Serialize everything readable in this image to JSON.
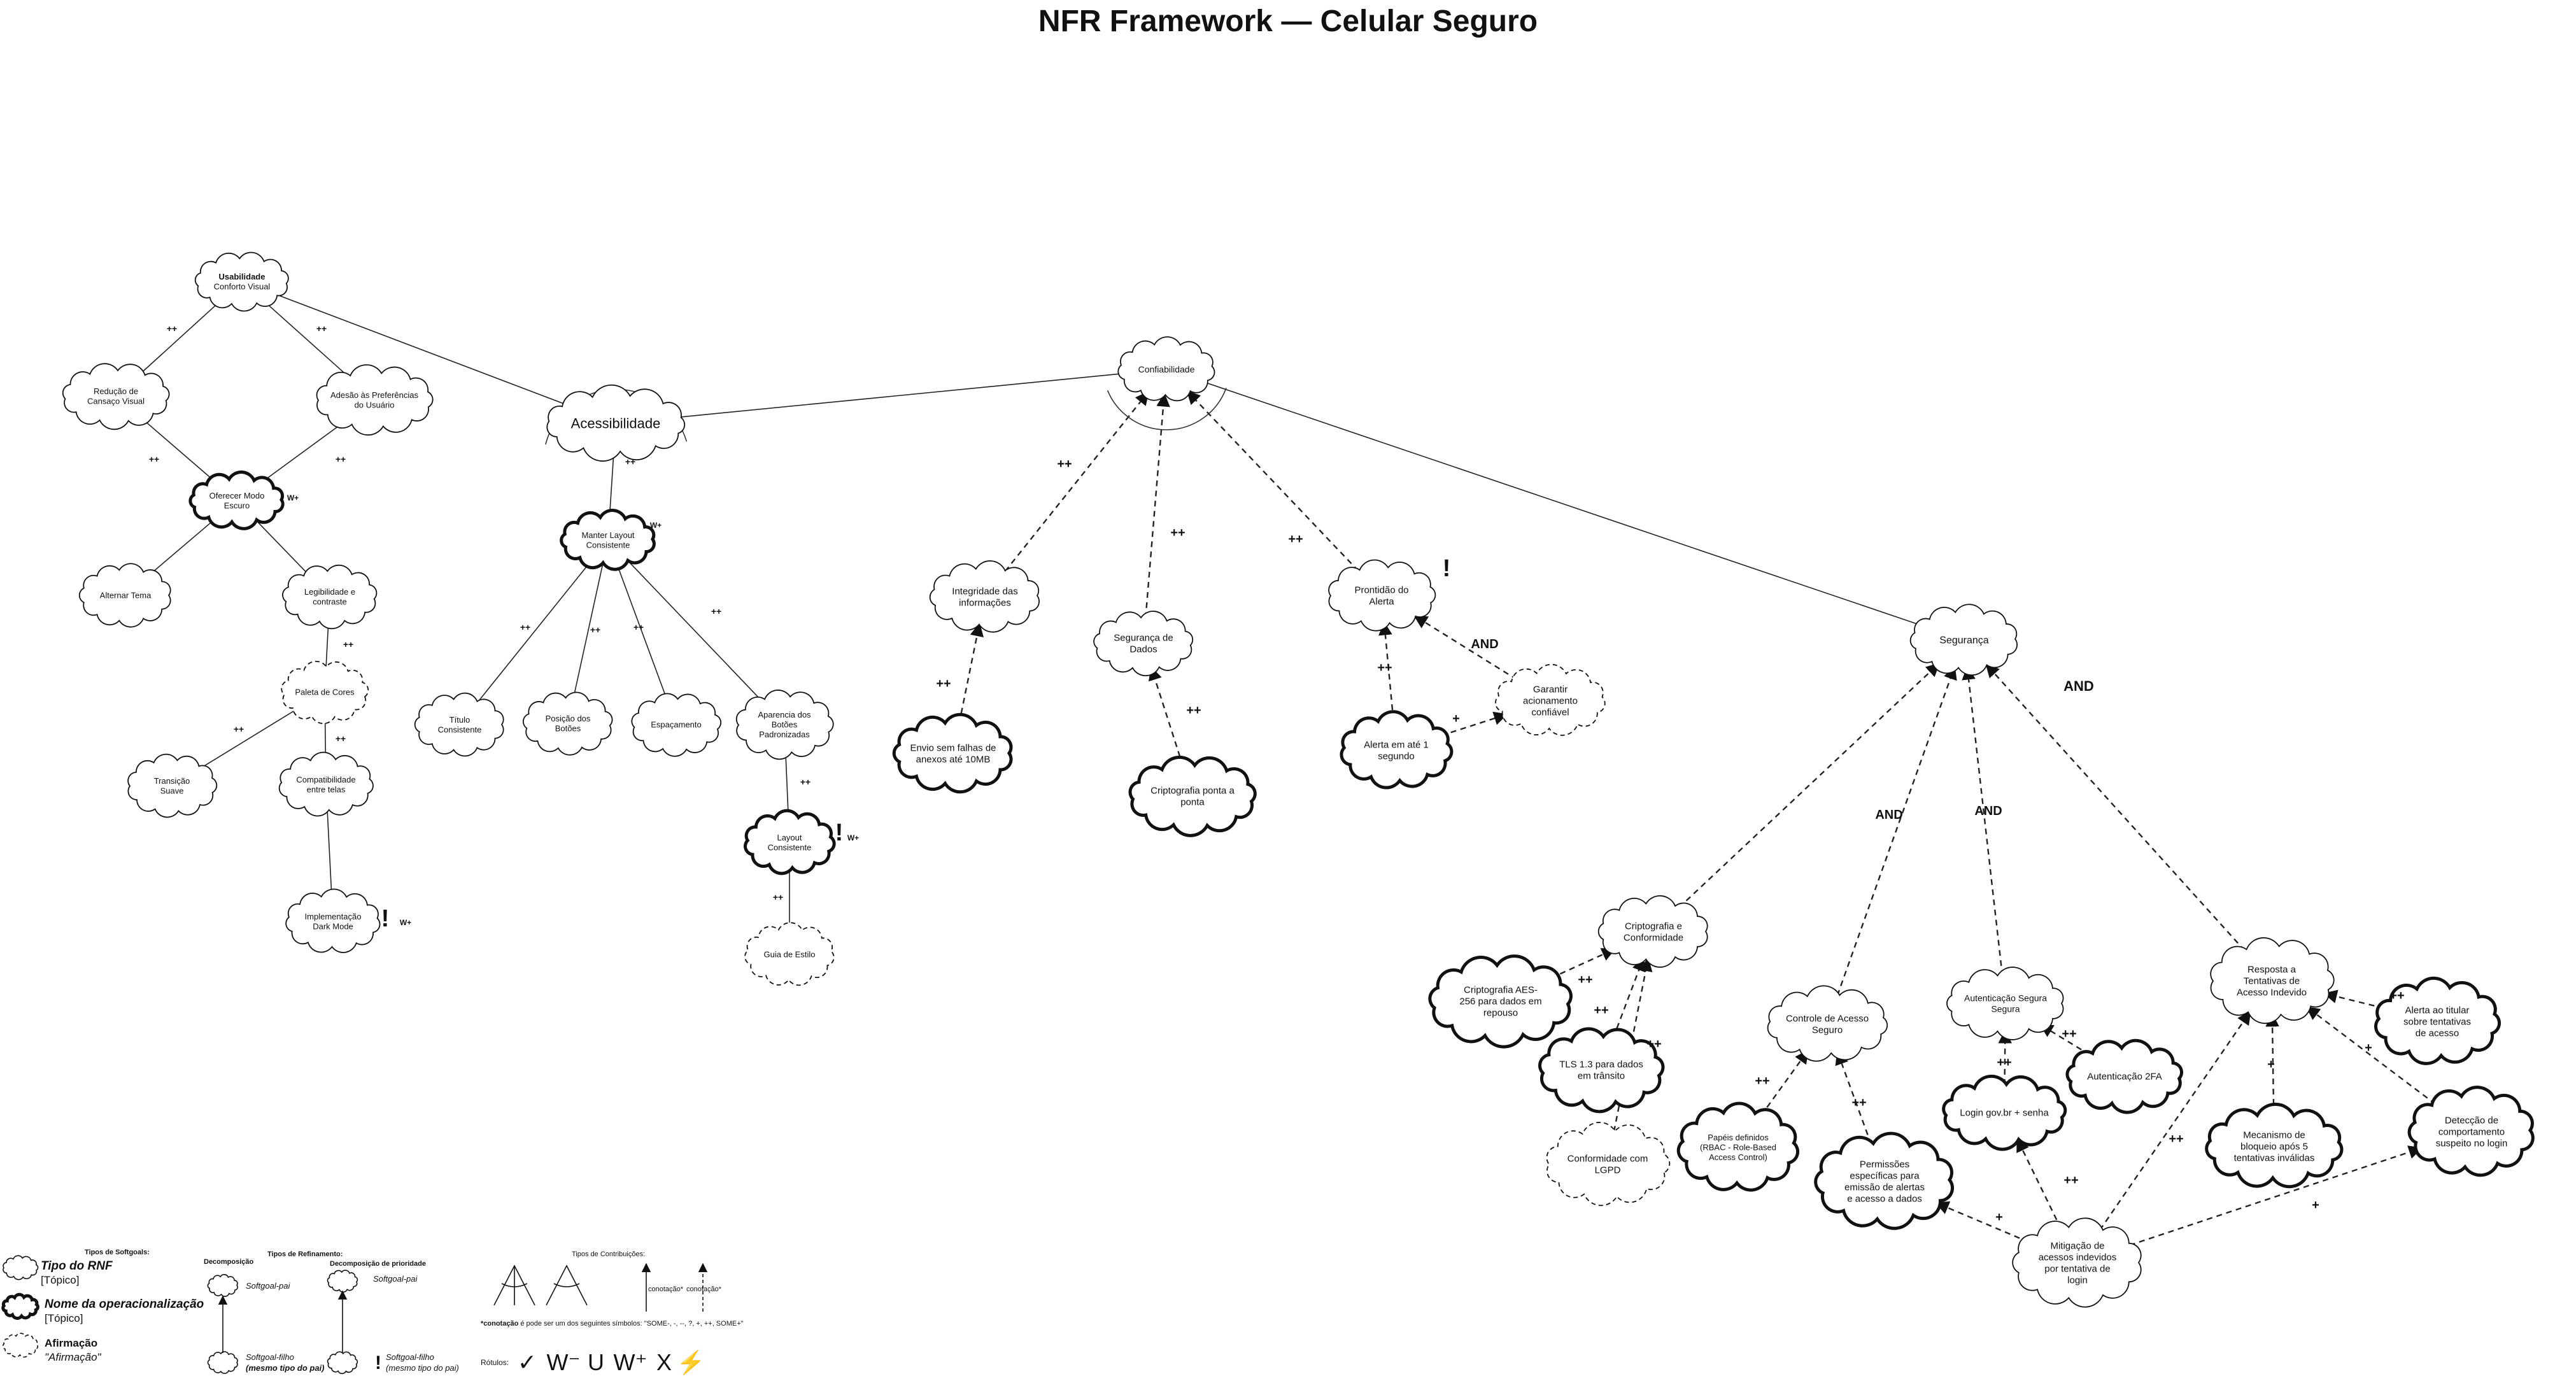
{
  "title": "NFR Framework — Celular Seguro",
  "nodes": {
    "usab": {
      "l1": "Usabilidade",
      "l2": "Conforto Visual"
    },
    "reducao": {
      "l1": "Redução de",
      "l2": "Cansaço Visual"
    },
    "adesao": {
      "l1": "Adesão às Preferências",
      "l2": "do Usuário"
    },
    "acess": {
      "l1": "Acessibilidade"
    },
    "confiab": {
      "l1": "Confiabilidade"
    },
    "modoescuro": {
      "l1": "Oferecer Modo",
      "l2": "Escuro"
    },
    "alternar": {
      "l1": "Alternar Tema"
    },
    "legib": {
      "l1": "Legibilidade e",
      "l2": "contraste"
    },
    "paleta": {
      "l1": "Paleta de Cores"
    },
    "transicao": {
      "l1": "Transição",
      "l2": "Suave"
    },
    "compat": {
      "l1": "Compatibilidade",
      "l2": "entre telas"
    },
    "impl": {
      "l1": "Implementação",
      "l2": "Dark Mode"
    },
    "manter": {
      "l1": "Manter Layout",
      "l2": "Consistente"
    },
    "titulo": {
      "l1": "Título",
      "l2": "Consistente"
    },
    "posicao": {
      "l1": "Posição dos",
      "l2": "Botões"
    },
    "espac": {
      "l1": "Espaçamento"
    },
    "aparencia": {
      "l1": "Aparencia dos",
      "l2": "Botões",
      "l3": "Padronizadas"
    },
    "layoutc": {
      "l1": "Layout",
      "l2": "Consistente"
    },
    "guia": {
      "l1": "Guia de Estilo"
    },
    "integ": {
      "l1": "Integridade das",
      "l2": "informações"
    },
    "envio": {
      "l1": "Envio sem falhas de",
      "l2": "anexos até 10MB"
    },
    "segdados": {
      "l1": "Segurança de",
      "l2": "Dados"
    },
    "cripto_pp": {
      "l1": "Criptografia ponta  a",
      "l2": "ponta"
    },
    "pront": {
      "l1": "Prontidão do",
      "l2": "Alerta"
    },
    "alerta1s": {
      "l1": "Alerta em até 1",
      "l2": "segundo"
    },
    "garantir": {
      "l1": "Garantir",
      "l2": "acionamento",
      "l3": "confiável"
    },
    "seg": {
      "l1": "Segurança"
    },
    "criptoconf": {
      "l1": "Criptografia e",
      "l2": "Conformidade"
    },
    "aes": {
      "l1": "Criptografia AES-",
      "l2": "256 para dados em",
      "l3": "repouso"
    },
    "tls": {
      "l1": "TLS 1.3 para dados",
      "l2": "em trânsito"
    },
    "lgpd": {
      "l1": "Conformidade com",
      "l2": "LGPD"
    },
    "controle": {
      "l1": "Controle de Acesso",
      "l2": "Seguro"
    },
    "papeis": {
      "l1": "Papéis definidos",
      "l2": "(RBAC - Role-Based",
      "l3": "Access Control)"
    },
    "permissoes": {
      "l1": "Permissões",
      "l2": "específicas para",
      "l3": "emissão de alertas",
      "l4": "e acesso a dados"
    },
    "autent": {
      "l1": "Autenticação Segura",
      "l2": "Segura"
    },
    "aut2fa": {
      "l1": "Autenticação 2FA"
    },
    "logingov": {
      "l1": "Login gov.br + senha"
    },
    "resposta": {
      "l1": "Resposta a",
      "l2": "Tentativas de",
      "l3": "Acesso Indevido"
    },
    "alertatit": {
      "l1": "Alerta ao titular",
      "l2": "sobre tentativas",
      "l3": "de acesso"
    },
    "mecanismo": {
      "l1": "Mecanismo de",
      "l2": "bloqueio após 5",
      "l3": "tentativas inválidas"
    },
    "deteccao": {
      "l1": "Detecção de",
      "l2": "comportamento",
      "l3": "suspeito no login"
    },
    "mitig": {
      "l1": "Mitigação de",
      "l2": "acessos indevidos",
      "l3": "por tentativa de",
      "l4": "login"
    }
  },
  "annotations": {
    "pp": "++",
    "plus": "+",
    "and": "AND",
    "crit": "!",
    "wplus": "W+"
  },
  "legend": {
    "softgoal_types": "Tipos de Softgoals:",
    "nfr_type": "Tipo do RNF",
    "nfr_topic": "[Tópico]",
    "op_name": "Nome da operacionalização",
    "op_topic": "[Tópico]",
    "claim": "Afirmação",
    "claim_q": "\"Afirmação\"",
    "refinement_types": "Tipos de Refinamento:",
    "decomposition": "Decomposição",
    "priority_decomposition": "Decomposição de prioridade",
    "parent": "Softgoal-pai",
    "child": "Softgoal-filho",
    "child_note": "(mesmo tipo do pai)",
    "contribution_types": "Tipos de Contribuições:",
    "conotacao": "conotação*",
    "conotacao_note_b": "*conotação",
    "conotacao_note": " é pode ser um dos seguintes símbolos: \"SOME-, -, --, ?, +, ++, SOME+\"",
    "rotulos": "Rótulos:",
    "labels": [
      "✓",
      "W⁻",
      "U",
      "W⁺",
      "X",
      "⚡"
    ]
  }
}
